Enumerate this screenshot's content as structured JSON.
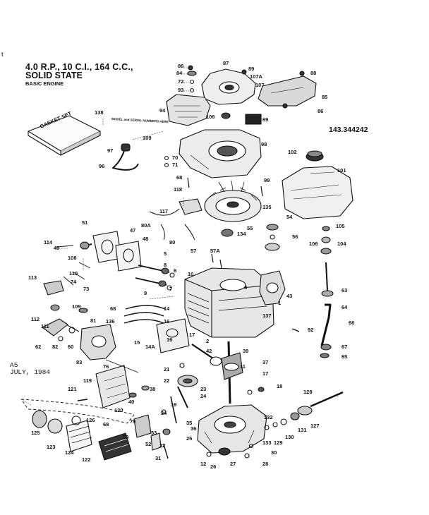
{
  "header": {
    "line1": "4.0 R.P., 10 C.I., 164 C.C.,",
    "line2": "SOLID STATE",
    "line3": "BASIC ENGINE"
  },
  "model_number": "143.344242",
  "revision": {
    "code": "A5",
    "date": "JULY, 1984"
  },
  "margin_mark": "t",
  "inline_labels": {
    "gasket_set": "GASKET SET",
    "model_note": "MODEL and SERIAL NUMBERS HERE"
  },
  "callouts": [
    {
      "id": "c86a",
      "text": "86"
    },
    {
      "id": "c84",
      "text": "84"
    },
    {
      "id": "c72",
      "text": "72"
    },
    {
      "id": "c93",
      "text": "93"
    },
    {
      "id": "c87",
      "text": "87"
    },
    {
      "id": "c89",
      "text": "89"
    },
    {
      "id": "c107a",
      "text": "107A"
    },
    {
      "id": "c107",
      "text": "107"
    },
    {
      "id": "c88",
      "text": "88"
    },
    {
      "id": "c85",
      "text": "85"
    },
    {
      "id": "c86b",
      "text": "86"
    },
    {
      "id": "c94",
      "text": "94"
    },
    {
      "id": "c106",
      "text": "106"
    },
    {
      "id": "c69",
      "text": "69"
    },
    {
      "id": "c138",
      "text": "138"
    },
    {
      "id": "c109",
      "text": "109"
    },
    {
      "id": "c98",
      "text": "98"
    },
    {
      "id": "c97",
      "text": "97"
    },
    {
      "id": "c70",
      "text": "70"
    },
    {
      "id": "c71",
      "text": "71"
    },
    {
      "id": "c96",
      "text": "96"
    },
    {
      "id": "c102",
      "text": "102"
    },
    {
      "id": "c101",
      "text": "101"
    },
    {
      "id": "c68",
      "text": "68"
    },
    {
      "id": "c99",
      "text": "99"
    },
    {
      "id": "c118",
      "text": "118"
    },
    {
      "id": "c117",
      "text": "117"
    },
    {
      "id": "c135",
      "text": "135"
    },
    {
      "id": "c51",
      "text": "51"
    },
    {
      "id": "c47",
      "text": "47"
    },
    {
      "id": "c80a",
      "text": "80A"
    },
    {
      "id": "c54",
      "text": "54"
    },
    {
      "id": "c105",
      "text": "105"
    },
    {
      "id": "c55",
      "text": "55"
    },
    {
      "id": "c56",
      "text": "56"
    },
    {
      "id": "c134",
      "text": "134"
    },
    {
      "id": "c114",
      "text": "114"
    },
    {
      "id": "c49",
      "text": "49"
    },
    {
      "id": "c48",
      "text": "48"
    },
    {
      "id": "c80",
      "text": "80"
    },
    {
      "id": "c106b",
      "text": "106"
    },
    {
      "id": "c104",
      "text": "104"
    },
    {
      "id": "c108",
      "text": "108"
    },
    {
      "id": "c5",
      "text": "5"
    },
    {
      "id": "c57",
      "text": "57"
    },
    {
      "id": "c57a",
      "text": "57A"
    },
    {
      "id": "c8",
      "text": "8"
    },
    {
      "id": "c113",
      "text": "113"
    },
    {
      "id": "c110",
      "text": "110"
    },
    {
      "id": "c74",
      "text": "74"
    },
    {
      "id": "c73",
      "text": "73"
    },
    {
      "id": "c6",
      "text": "6"
    },
    {
      "id": "c10",
      "text": "10"
    },
    {
      "id": "c4",
      "text": "4"
    },
    {
      "id": "c43",
      "text": "43"
    },
    {
      "id": "c63",
      "text": "63"
    },
    {
      "id": "c9",
      "text": "9"
    },
    {
      "id": "c7",
      "text": "7"
    },
    {
      "id": "c1",
      "text": "1"
    },
    {
      "id": "c14",
      "text": "14"
    },
    {
      "id": "c109b",
      "text": "109"
    },
    {
      "id": "c68b",
      "text": "68"
    },
    {
      "id": "c137",
      "text": "137"
    },
    {
      "id": "c64",
      "text": "64"
    },
    {
      "id": "c112",
      "text": "112"
    },
    {
      "id": "c81",
      "text": "81"
    },
    {
      "id": "c136",
      "text": "136"
    },
    {
      "id": "c111",
      "text": "111"
    },
    {
      "id": "c66",
      "text": "66"
    },
    {
      "id": "c16",
      "text": "16"
    },
    {
      "id": "c92",
      "text": "92"
    },
    {
      "id": "c15",
      "text": "15"
    },
    {
      "id": "c17",
      "text": "17"
    },
    {
      "id": "c62",
      "text": "62"
    },
    {
      "id": "c82",
      "text": "82"
    },
    {
      "id": "c60",
      "text": "60"
    },
    {
      "id": "c14a",
      "text": "14A"
    },
    {
      "id": "c16b",
      "text": "16"
    },
    {
      "id": "c2",
      "text": "2"
    },
    {
      "id": "c42",
      "text": "42"
    },
    {
      "id": "c67",
      "text": "67"
    },
    {
      "id": "c65",
      "text": "65"
    },
    {
      "id": "c83",
      "text": "83"
    },
    {
      "id": "c39",
      "text": "39"
    },
    {
      "id": "c37",
      "text": "37"
    },
    {
      "id": "c76",
      "text": "76"
    },
    {
      "id": "c21",
      "text": "21"
    },
    {
      "id": "c11",
      "text": "11"
    },
    {
      "id": "c17b",
      "text": "17"
    },
    {
      "id": "c119",
      "text": "119"
    },
    {
      "id": "c22",
      "text": "22"
    },
    {
      "id": "c18",
      "text": "18"
    },
    {
      "id": "c121",
      "text": "121"
    },
    {
      "id": "c38",
      "text": "38"
    },
    {
      "id": "c40",
      "text": "40"
    },
    {
      "id": "c23",
      "text": "23"
    },
    {
      "id": "c24",
      "text": "24"
    },
    {
      "id": "c128",
      "text": "128"
    },
    {
      "id": "c120",
      "text": "120"
    },
    {
      "id": "c19",
      "text": "19"
    },
    {
      "id": "c126",
      "text": "126"
    },
    {
      "id": "c34",
      "text": "34"
    },
    {
      "id": "c35",
      "text": "35"
    },
    {
      "id": "c132",
      "text": "132"
    },
    {
      "id": "c125",
      "text": "125"
    },
    {
      "id": "c68c",
      "text": "68"
    },
    {
      "id": "c79",
      "text": "79"
    },
    {
      "id": "c36",
      "text": "36"
    },
    {
      "id": "c131",
      "text": "131"
    },
    {
      "id": "c127",
      "text": "127"
    },
    {
      "id": "c123",
      "text": "123"
    },
    {
      "id": "c53",
      "text": "53"
    },
    {
      "id": "c33",
      "text": "33"
    },
    {
      "id": "c25",
      "text": "25"
    },
    {
      "id": "c133",
      "text": "133"
    },
    {
      "id": "c129",
      "text": "129"
    },
    {
      "id": "c130",
      "text": "130"
    },
    {
      "id": "c124",
      "text": "124"
    },
    {
      "id": "c52",
      "text": "52"
    },
    {
      "id": "c32",
      "text": "32"
    },
    {
      "id": "c30",
      "text": "30"
    },
    {
      "id": "c122",
      "text": "122"
    },
    {
      "id": "c31",
      "text": "31"
    },
    {
      "id": "c12",
      "text": "12"
    },
    {
      "id": "c26",
      "text": "26"
    },
    {
      "id": "c27",
      "text": "27"
    },
    {
      "id": "c28",
      "text": "28"
    }
  ]
}
